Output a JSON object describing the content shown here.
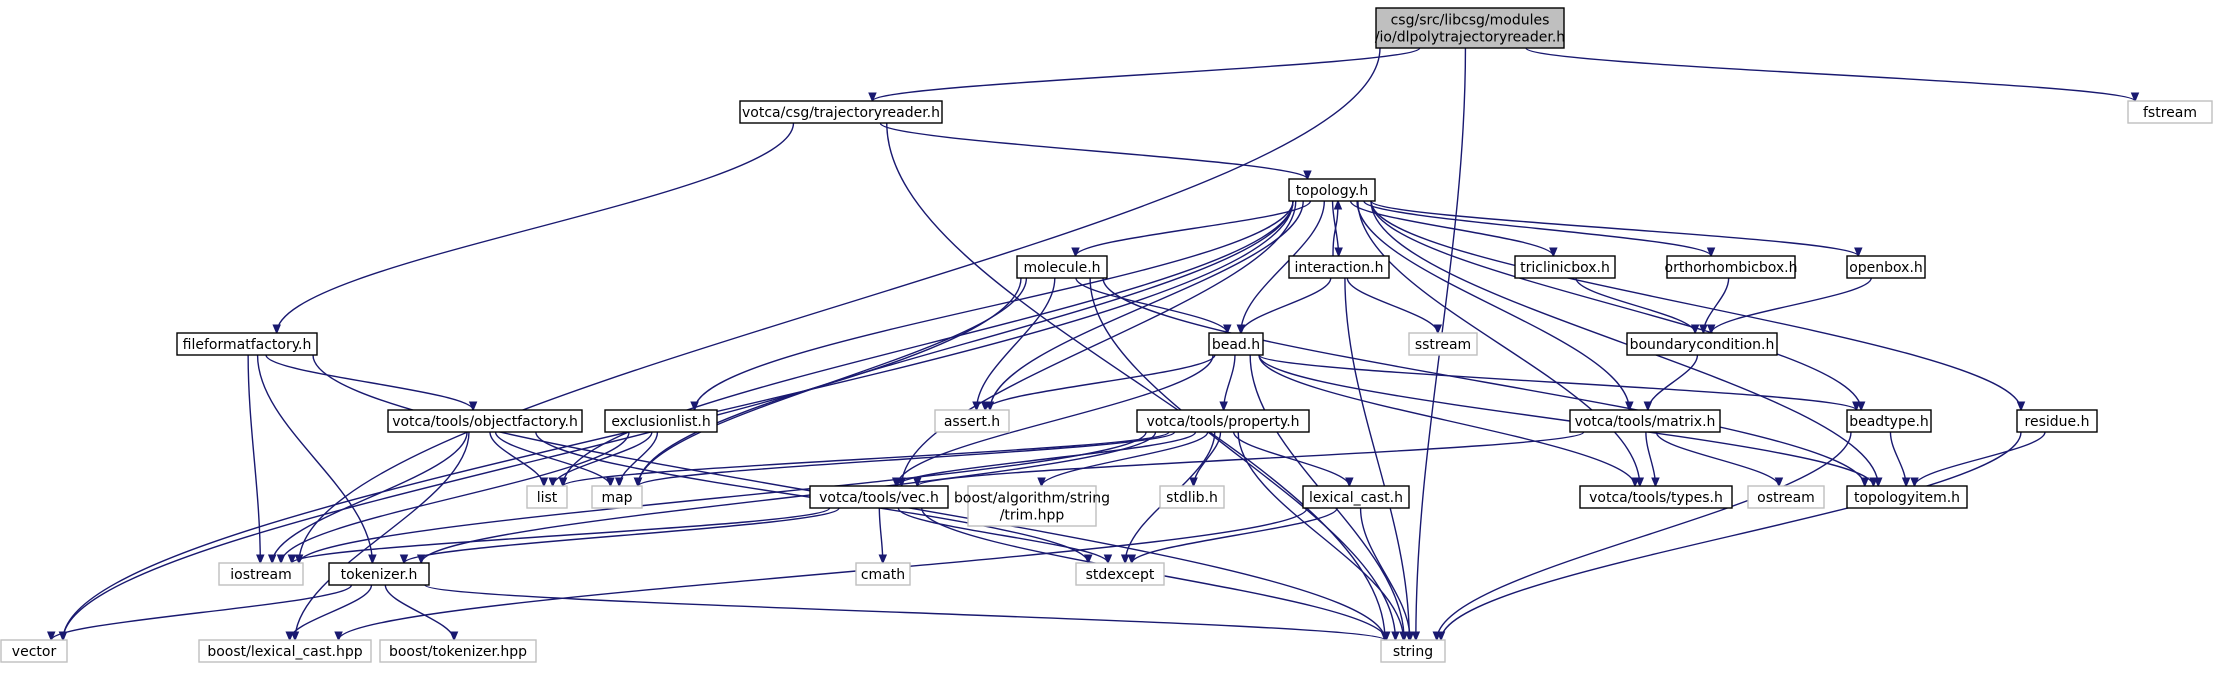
{
  "colors": {
    "edge": "#191970",
    "node_border": "#000000",
    "external_border": "#bfbfbf",
    "root_fill": "#bfbfbf"
  },
  "nodes": [
    {
      "id": "root",
      "lines": [
        "csg/src/libcsg/modules",
        "/io/dlpolytrajectoryreader.h"
      ],
      "kind": "root"
    },
    {
      "id": "trajectoryreader",
      "lines": [
        "votca/csg/trajectoryreader.h"
      ],
      "kind": "solid"
    },
    {
      "id": "fstream",
      "lines": [
        "fstream"
      ],
      "kind": "gray"
    },
    {
      "id": "topology",
      "lines": [
        "topology.h"
      ],
      "kind": "solid"
    },
    {
      "id": "molecule",
      "lines": [
        "molecule.h"
      ],
      "kind": "solid"
    },
    {
      "id": "interaction",
      "lines": [
        "interaction.h"
      ],
      "kind": "solid"
    },
    {
      "id": "triclinicbox",
      "lines": [
        "triclinicbox.h"
      ],
      "kind": "solid"
    },
    {
      "id": "orthorhombicbox",
      "lines": [
        "orthorhombicbox.h"
      ],
      "kind": "solid"
    },
    {
      "id": "openbox",
      "lines": [
        "openbox.h"
      ],
      "kind": "solid"
    },
    {
      "id": "fileformatfactory",
      "lines": [
        "fileformatfactory.h"
      ],
      "kind": "solid"
    },
    {
      "id": "bead",
      "lines": [
        "bead.h"
      ],
      "kind": "solid"
    },
    {
      "id": "sstream",
      "lines": [
        "sstream"
      ],
      "kind": "gray"
    },
    {
      "id": "boundarycondition",
      "lines": [
        "boundarycondition.h"
      ],
      "kind": "solid"
    },
    {
      "id": "objectfactory",
      "lines": [
        "votca/tools/objectfactory.h"
      ],
      "kind": "solid"
    },
    {
      "id": "exclusionlist",
      "lines": [
        "exclusionlist.h"
      ],
      "kind": "solid"
    },
    {
      "id": "assert",
      "lines": [
        "assert.h"
      ],
      "kind": "gray"
    },
    {
      "id": "property",
      "lines": [
        "votca/tools/property.h"
      ],
      "kind": "solid"
    },
    {
      "id": "matrix",
      "lines": [
        "votca/tools/matrix.h"
      ],
      "kind": "solid"
    },
    {
      "id": "beadtype",
      "lines": [
        "beadtype.h"
      ],
      "kind": "solid"
    },
    {
      "id": "residue",
      "lines": [
        "residue.h"
      ],
      "kind": "solid"
    },
    {
      "id": "list",
      "lines": [
        "list"
      ],
      "kind": "gray"
    },
    {
      "id": "map",
      "lines": [
        "map"
      ],
      "kind": "gray"
    },
    {
      "id": "vec",
      "lines": [
        "votca/tools/vec.h"
      ],
      "kind": "solid"
    },
    {
      "id": "trim",
      "lines": [
        "boost/algorithm/string",
        "/trim.hpp"
      ],
      "kind": "gray"
    },
    {
      "id": "stdlib",
      "lines": [
        "stdlib.h"
      ],
      "kind": "gray"
    },
    {
      "id": "lexicalcast",
      "lines": [
        "lexical_cast.h"
      ],
      "kind": "solid"
    },
    {
      "id": "types",
      "lines": [
        "votca/tools/types.h"
      ],
      "kind": "solid"
    },
    {
      "id": "ostream",
      "lines": [
        "ostream"
      ],
      "kind": "gray"
    },
    {
      "id": "topologyitem",
      "lines": [
        "topologyitem.h"
      ],
      "kind": "solid"
    },
    {
      "id": "iostream",
      "lines": [
        "iostream"
      ],
      "kind": "gray"
    },
    {
      "id": "tokenizer",
      "lines": [
        "tokenizer.h"
      ],
      "kind": "solid"
    },
    {
      "id": "cmath",
      "lines": [
        "cmath"
      ],
      "kind": "gray"
    },
    {
      "id": "stdexcept",
      "lines": [
        "stdexcept"
      ],
      "kind": "gray"
    },
    {
      "id": "vector",
      "lines": [
        "vector"
      ],
      "kind": "gray"
    },
    {
      "id": "boostlexical",
      "lines": [
        "boost/lexical_cast.hpp"
      ],
      "kind": "gray"
    },
    {
      "id": "boosttokenizer",
      "lines": [
        "boost/tokenizer.hpp"
      ],
      "kind": "gray"
    },
    {
      "id": "string",
      "lines": [
        "string"
      ],
      "kind": "gray"
    }
  ],
  "edges": [
    [
      "root",
      "trajectoryreader"
    ],
    [
      "root",
      "fstream"
    ],
    [
      "root",
      "iostream"
    ],
    [
      "root",
      "string"
    ],
    [
      "trajectoryreader",
      "topology"
    ],
    [
      "trajectoryreader",
      "fileformatfactory"
    ],
    [
      "trajectoryreader",
      "string"
    ],
    [
      "topology",
      "molecule"
    ],
    [
      "topology",
      "interaction"
    ],
    [
      "topology",
      "triclinicbox"
    ],
    [
      "topology",
      "orthorhombicbox"
    ],
    [
      "topology",
      "openbox"
    ],
    [
      "topology",
      "bead"
    ],
    [
      "topology",
      "exclusionlist"
    ],
    [
      "topology",
      "assert"
    ],
    [
      "topology",
      "vec"
    ],
    [
      "topology",
      "matrix"
    ],
    [
      "topology",
      "beadtype"
    ],
    [
      "topology",
      "residue"
    ],
    [
      "topology",
      "list"
    ],
    [
      "topology",
      "map"
    ],
    [
      "topology",
      "vector"
    ],
    [
      "topology",
      "types"
    ],
    [
      "topology",
      "topologyitem"
    ],
    [
      "interaction",
      "topology"
    ],
    [
      "interaction",
      "bead"
    ],
    [
      "interaction",
      "sstream"
    ],
    [
      "interaction",
      "string"
    ],
    [
      "molecule",
      "bead"
    ],
    [
      "molecule",
      "assert"
    ],
    [
      "molecule",
      "map"
    ],
    [
      "molecule",
      "vector"
    ],
    [
      "molecule",
      "string"
    ],
    [
      "molecule",
      "topologyitem"
    ],
    [
      "triclinicbox",
      "boundarycondition"
    ],
    [
      "orthorhombicbox",
      "boundarycondition"
    ],
    [
      "openbox",
      "boundarycondition"
    ],
    [
      "boundarycondition",
      "matrix"
    ],
    [
      "fileformatfactory",
      "objectfactory"
    ],
    [
      "fileformatfactory",
      "tokenizer"
    ],
    [
      "fileformatfactory",
      "iostream"
    ],
    [
      "fileformatfactory",
      "string"
    ],
    [
      "bead",
      "assert"
    ],
    [
      "bead",
      "property"
    ],
    [
      "bead",
      "vec"
    ],
    [
      "bead",
      "beadtype"
    ],
    [
      "bead",
      "topologyitem"
    ],
    [
      "bead",
      "string"
    ],
    [
      "bead",
      "types"
    ],
    [
      "objectfactory",
      "list"
    ],
    [
      "objectfactory",
      "map"
    ],
    [
      "objectfactory",
      "iostream"
    ],
    [
      "objectfactory",
      "stdexcept"
    ],
    [
      "objectfactory",
      "boostlexical"
    ],
    [
      "exclusionlist",
      "list"
    ],
    [
      "exclusionlist",
      "map"
    ],
    [
      "exclusionlist",
      "iostream"
    ],
    [
      "property",
      "map"
    ],
    [
      "property",
      "vec"
    ],
    [
      "property",
      "trim"
    ],
    [
      "property",
      "stdlib"
    ],
    [
      "property",
      "lexicalcast"
    ],
    [
      "property",
      "list"
    ],
    [
      "property",
      "iostream"
    ],
    [
      "property",
      "tokenizer"
    ],
    [
      "property",
      "stdexcept"
    ],
    [
      "property",
      "string"
    ],
    [
      "matrix",
      "vec"
    ],
    [
      "matrix",
      "types"
    ],
    [
      "matrix",
      "ostream"
    ],
    [
      "beadtype",
      "topologyitem"
    ],
    [
      "beadtype",
      "string"
    ],
    [
      "residue",
      "topologyitem"
    ],
    [
      "residue",
      "string"
    ],
    [
      "vec",
      "iostream"
    ],
    [
      "vec",
      "tokenizer"
    ],
    [
      "vec",
      "cmath"
    ],
    [
      "vec",
      "stdexcept"
    ],
    [
      "vec",
      "string"
    ],
    [
      "lexicalcast",
      "stdexcept"
    ],
    [
      "lexicalcast",
      "string"
    ],
    [
      "lexicalcast",
      "boostlexical"
    ],
    [
      "tokenizer",
      "vector"
    ],
    [
      "tokenizer",
      "boostlexical"
    ],
    [
      "tokenizer",
      "boosttokenizer"
    ],
    [
      "tokenizer",
      "string"
    ]
  ]
}
